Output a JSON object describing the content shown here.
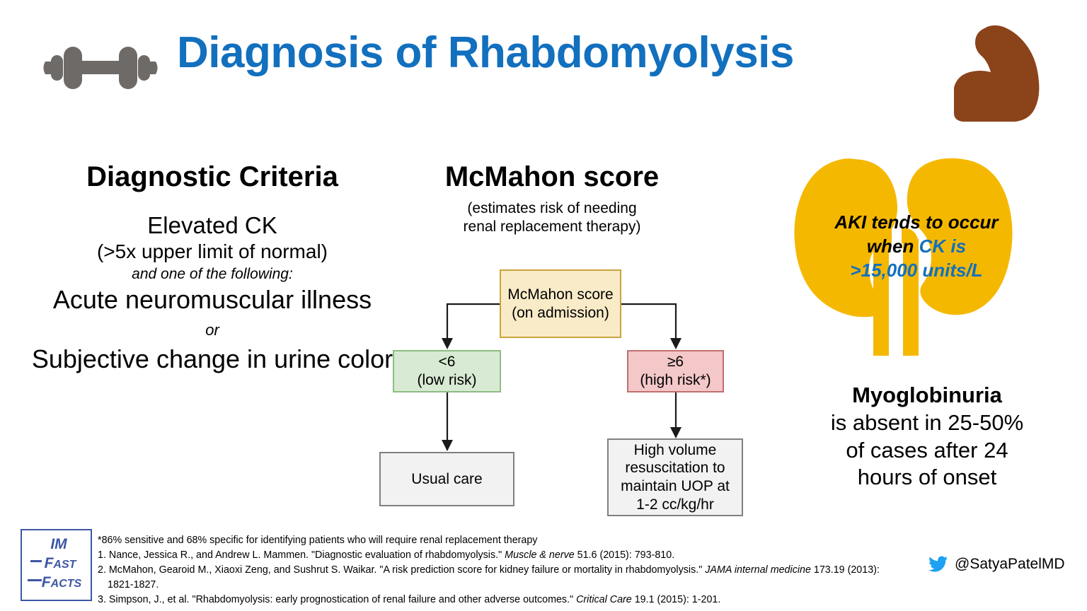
{
  "header": {
    "title": "Diagnosis of Rhabdomyolysis",
    "title_color": "#1270BE",
    "left_icon": "dumbbell-icon",
    "right_icon": "flexed-bicep-icon"
  },
  "criteria": {
    "heading": "Diagnostic Criteria",
    "line1": "Elevated CK",
    "line2": "(>5x upper limit of normal)",
    "connector1": "and one of the following:",
    "option1": "Acute neuromuscular illness",
    "connector2": "or",
    "option2": "Subjective change in urine color"
  },
  "mcmahon": {
    "heading": "McMahon score",
    "subtitle_line1": "(estimates risk of needing",
    "subtitle_line2": "renal replacement therapy)",
    "boxes": {
      "root": "McMahon score\n(on admission)",
      "root_line1": "McMahon score",
      "root_line2": "(on admission)",
      "low_line1": "<6",
      "low_line2": "(low risk)",
      "high_line1": "≥6",
      "high_line2": "(high risk*)",
      "usual_care": "Usual care",
      "resuscitation_line1": "High volume",
      "resuscitation_line2": "resuscitation to",
      "resuscitation_line3": "maintain UOP at",
      "resuscitation_line4": "1-2 cc/kg/hr"
    },
    "colors": {
      "root_fill": "#FAEBC8",
      "root_border": "#C9A43C",
      "low_fill": "#D8EAD3",
      "low_border": "#8CBE82",
      "high_fill": "#F4C7C8",
      "high_border": "#C0706F",
      "outcome_fill": "#F2F2F2",
      "outcome_border": "#808080"
    }
  },
  "kidney": {
    "fill_color": "#F5B800",
    "text_line1": "AKI tends to occur",
    "text_line2_plain": "when ",
    "text_line2_accent": "CK is",
    "text_line3_accent": ">15,000 units/L"
  },
  "myoglobinuria": {
    "title": "Myoglobinuria",
    "line1": "is absent in 25-50%",
    "line2": "of cases after 24",
    "line3": "hours of onset"
  },
  "footer": {
    "logo": {
      "line1": "IM",
      "line2": "Fast",
      "line3": "Facts",
      "color": "#3E57A4"
    },
    "footnote": "*86% sensitive and 68% specific for identifying patients who will require renal replacement therapy",
    "references": [
      {
        "pre": "1. Nance, Jessica R., and Andrew L. Mammen. \"Diagnostic evaluation of rhabdomyolysis.\" ",
        "italic": "Muscle & nerve",
        "post": " 51.6 (2015): 793-810."
      },
      {
        "pre": "2. McMahon, Gearoid M., Xiaoxi Zeng, and Sushrut S. Waikar. \"A risk prediction score for kidney failure or mortality in rhabdomyolysis.\" ",
        "italic": "JAMA internal medicine",
        "post": " 173.19  (2013):"
      },
      {
        "pre": "1821-1827.",
        "italic": "",
        "post": ""
      },
      {
        "pre": "3. Simpson, J., et al. \"Rhabdomyolysis: early prognostication of renal failure and other adverse outcomes.\" ",
        "italic": "Critical Care",
        "post": " 19.1 (2015): 1-201."
      }
    ],
    "twitter": {
      "icon": "twitter-bird-icon",
      "handle": "@SatyaPatelMD",
      "color": "#1DA1F2"
    }
  }
}
